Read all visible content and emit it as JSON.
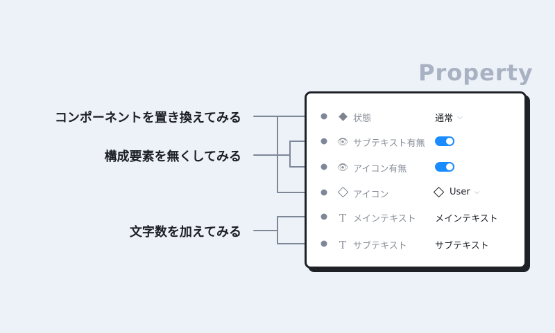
{
  "title": "Property",
  "callouts": [
    "コンポーネントを置き換えてみる",
    "構成要素を無くしてみる",
    "文字数を加えてみる"
  ],
  "rows": [
    {
      "label": "状態",
      "icon": "filled-diamond-icon",
      "value": "通常",
      "value_type": "dropdown"
    },
    {
      "label": "サブテキスト有無",
      "icon": "eye-icon",
      "value_type": "toggle",
      "value_on": true
    },
    {
      "label": "アイコン有無",
      "icon": "eye-icon",
      "value_type": "toggle",
      "value_on": true
    },
    {
      "label": "アイコン",
      "icon": "outline-diamond-icon",
      "value": "User",
      "value_type": "dropdown"
    },
    {
      "label": "メインテキスト",
      "icon": "text-icon",
      "value": "メインテキスト",
      "value_type": "text"
    },
    {
      "label": "サブテキスト",
      "icon": "text-icon",
      "value": "サブテキスト",
      "value_type": "text"
    }
  ],
  "colors": {
    "background": "#edf1f8",
    "title": "#a9b2c2",
    "connector": "#7d8798",
    "toggle_on": "#1a8cff",
    "panel_border": "#1e2227"
  }
}
